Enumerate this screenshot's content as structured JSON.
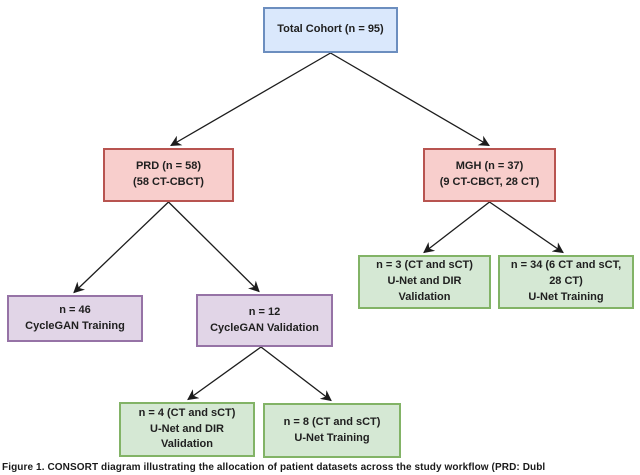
{
  "figure": {
    "nodes": {
      "total": {
        "lines": [
          "Total Cohort (n = 95)"
        ],
        "fill": "#dae8fc",
        "border": "#6c8ebf"
      },
      "prd": {
        "lines": [
          "PRD (n = 58)",
          "(58 CT-CBCT)"
        ],
        "fill": "#f8cecc",
        "border": "#b85450"
      },
      "mgh": {
        "lines": [
          "MGH (n = 37)",
          "(9 CT-CBCT, 28 CT)"
        ],
        "fill": "#f8cecc",
        "border": "#b85450"
      },
      "cyclegan_training": {
        "lines": [
          "n = 46",
          "CycleGAN Training"
        ],
        "fill": "#e1d5e7",
        "border": "#9673a6"
      },
      "cyclegan_validation": {
        "lines": [
          "n = 12",
          "CycleGAN Validation"
        ],
        "fill": "#e1d5e7",
        "border": "#9673a6"
      },
      "mgh_validation": {
        "lines": [
          "n = 3 (CT and sCT)",
          "U-Net and DIR",
          "Validation"
        ],
        "fill": "#d5e8d4",
        "border": "#82b366"
      },
      "mgh_training": {
        "lines": [
          "n = 34 (6 CT and sCT,",
          "28 CT)",
          "U-Net Training"
        ],
        "fill": "#d5e8d4",
        "border": "#82b366"
      },
      "unet_dir_validation": {
        "lines": [
          "n = 4 (CT and sCT)",
          "U-Net and DIR",
          "Validation"
        ],
        "fill": "#d5e8d4",
        "border": "#82b366"
      },
      "unet_training": {
        "lines": [
          "n = 8 (CT and sCT)",
          "U-Net Training"
        ],
        "fill": "#d5e8d4",
        "border": "#82b366"
      }
    },
    "arrow_color": "#1c1c1c",
    "caption": {
      "label": "Figure 1.",
      "text": "CONSORT diagram illustrating the allocation of patient datasets across the study workflow (PRD: Dubl"
    }
  }
}
